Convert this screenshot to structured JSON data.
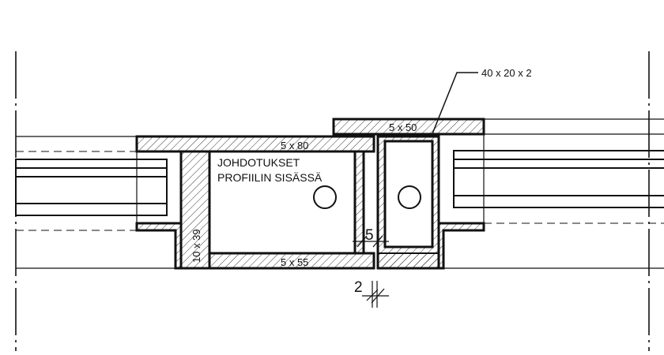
{
  "drawing": {
    "note_line1": "JOHDOTUKSET",
    "note_line2": "PROFIILIN SISÄSSÄ",
    "label_top_plate": "5 x 80",
    "label_cover_plate": "5 x 50",
    "label_bottom_plate": "5 x 55",
    "label_side_wall": "10 x 39",
    "label_tube": "40 x 20 x 2",
    "dim_gap": "5",
    "dim_small": "2"
  }
}
